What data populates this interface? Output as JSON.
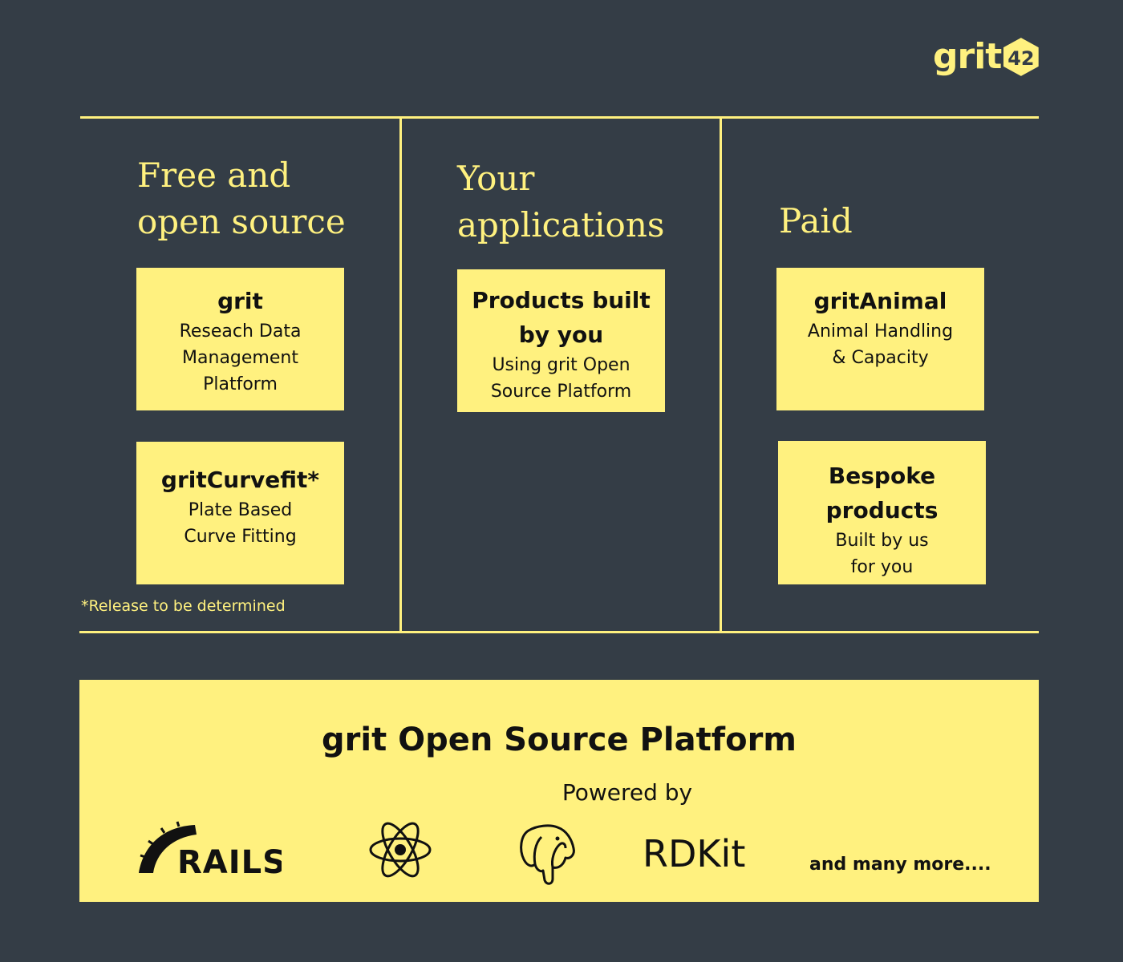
{
  "logo": {
    "word": "grit",
    "number": "42"
  },
  "columns": [
    {
      "heading": "Free and\nopen source",
      "cards": [
        {
          "title": "grit",
          "desc": "Reseach Data\nManagement\nPlatform"
        },
        {
          "title": "gritCurvefit*",
          "desc": "Plate Based\nCurve Fitting"
        }
      ],
      "footnote": "*Release to be determined"
    },
    {
      "heading": "Your\napplications",
      "cards": [
        {
          "title": "Products built\nby you",
          "desc": "Using grit Open\nSource Platform"
        }
      ]
    },
    {
      "heading": "Paid",
      "cards": [
        {
          "title": "gritAnimal",
          "desc": "Animal Handling\n& Capacity"
        },
        {
          "title": "Bespoke\nproducts",
          "desc": "Built by us\nfor you"
        }
      ]
    }
  ],
  "platform": {
    "title": "grit Open Source Platform",
    "subtitle": "Powered by",
    "tech": {
      "rails": "RAILS",
      "react": "react-logo-icon",
      "postgres": "postgresql-elephant-icon",
      "rdkit": "RDKit"
    },
    "more": "and many more...."
  },
  "colors": {
    "background": "#343d46",
    "accent": "#fff17f",
    "text": "#111111"
  }
}
